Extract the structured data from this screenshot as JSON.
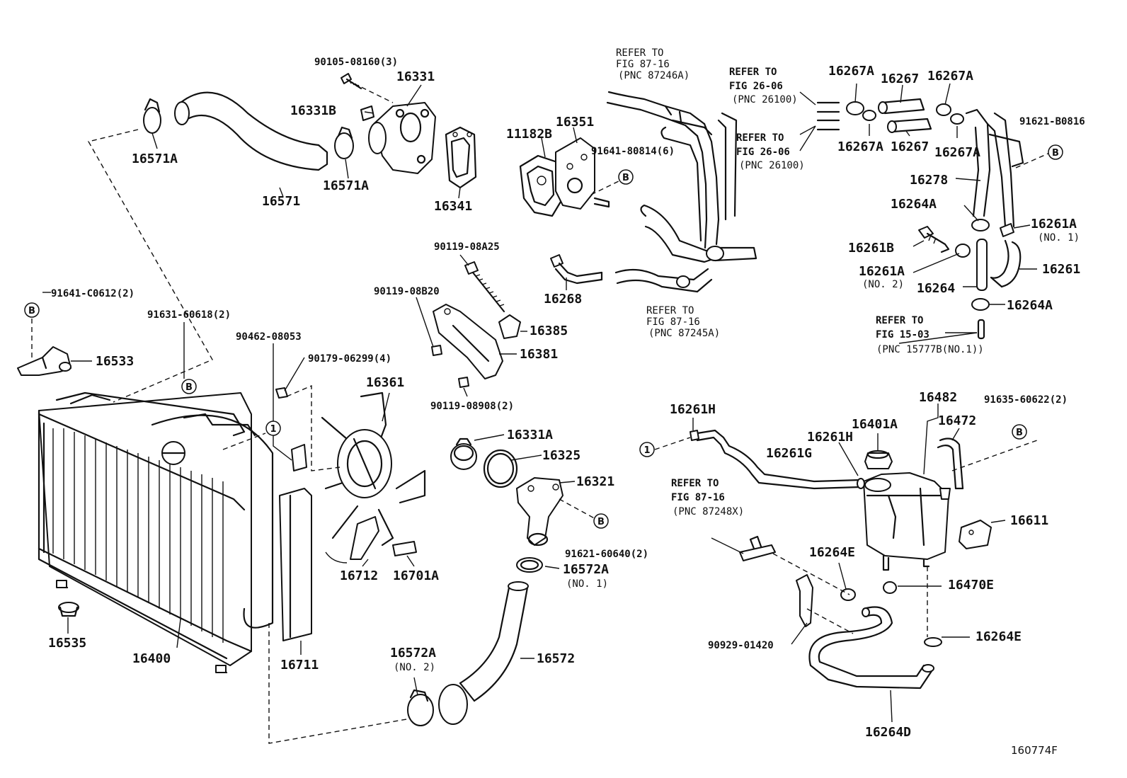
{
  "figure_id": "160774F",
  "labels": {
    "p90105": "90105-08160(3)",
    "p16331": "16331",
    "p16331B": "16331B",
    "p16571A_top": "16571A",
    "p16571": "16571",
    "p16571A_mid": "16571A",
    "p16341": "16341",
    "p11182B": "11182B",
    "p16351": "16351",
    "p91641_80814": "91641-80814(6)",
    "p90119_08A25": "90119-08A25",
    "p90119_08B20": "90119-08B20",
    "p16385": "16385",
    "p16381": "16381",
    "p90119_08908": "90119-08908(2)",
    "p16268": "16268",
    "p16267A_1": "16267A",
    "p16267_top": "16267",
    "p16267A_2": "16267A",
    "p16267A_3": "16267A",
    "p16267_bot": "16267",
    "p16267A_4": "16267A",
    "p91621_B0816": "91621-B0816",
    "p16278": "16278",
    "p16264A_top": "16264A",
    "p16261A_no1": "16261A",
    "no1_a": "(NO. 1)",
    "p16261B": "16261B",
    "p16261A_no2": "16261A",
    "no2_a": "(NO. 2)",
    "p16261": "16261",
    "p16264": "16264",
    "p16264A_bot": "16264A",
    "p91641_C0612": "91641-C0612(2)",
    "p91631": "91631-60618(2)",
    "p16533": "16533",
    "p90462": "90462-08053",
    "p90179": "90179-06299(4)",
    "p16361": "16361",
    "p16331A": "16331A",
    "p16325": "16325",
    "p16321": "16321",
    "p91621_60640": "91621-60640(2)",
    "p16712": "16712",
    "p16701A": "16701A",
    "p16572A_no1": "16572A",
    "no1_b": "(NO. 1)",
    "p16535": "16535",
    "p16400": "16400",
    "p16711": "16711",
    "p16572A_no2": "16572A",
    "no2_b": "(NO. 2)",
    "p16572": "16572",
    "p16261H_1": "16261H",
    "p16261H_2": "16261H",
    "p16261G": "16261G",
    "p16401A": "16401A",
    "p16482": "16482",
    "p16472": "16472",
    "p91635": "91635-60622(2)",
    "p16611": "16611",
    "p16264E_1": "16264E",
    "p16470E": "16470E",
    "p16264E_2": "16264E",
    "p90929": "90929-01420",
    "p16264D": "16264D"
  },
  "references": {
    "ref1": [
      "REFER TO",
      "FIG 87-16",
      "(PNC 87246A)"
    ],
    "ref2": [
      "REFER TO",
      "FIG 26-06",
      "(PNC 26100)"
    ],
    "ref3": [
      "REFER TO",
      "FIG 26-06",
      "(PNC 26100)"
    ],
    "ref4": [
      "REFER TO",
      "FIG 87-16",
      "(PNC 87245A)"
    ],
    "ref5": [
      "REFER TO",
      "FIG 15-03",
      "(PNC 15777B(NO.1))"
    ],
    "ref6": [
      "REFER TO",
      "FIG 87-16",
      "(PNC 87248X)"
    ]
  },
  "markers": {
    "b": "B",
    "one": "1"
  },
  "icons": {
    "callout_b": "circled-letter-b-icon",
    "callout_1": "circled-number-1-icon"
  }
}
